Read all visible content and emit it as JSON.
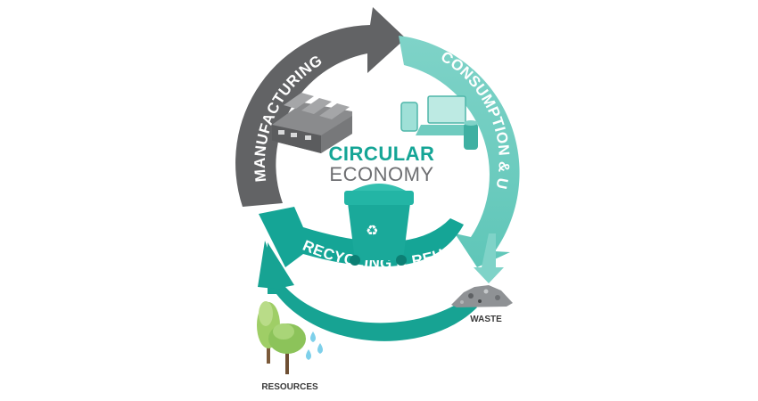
{
  "diagram": {
    "title_line1": "CIRCULAR",
    "title_line2": "ECONOMY",
    "stages": {
      "manufacturing": "MANUFACTURING",
      "consumption": "CONSUMPTION & USE",
      "recycling": "RECYCLING & REUSE"
    },
    "captions": {
      "waste": "WASTE",
      "resources": "RESOURCES"
    }
  },
  "colors": {
    "manufacturing": "#626365",
    "consumption": "#5fc6b8",
    "recycling": "#15a596",
    "resources_arrow": "#17a393",
    "title_accent": "#15a596",
    "title_gray": "#6d6e71"
  },
  "icons": [
    "factory-icon",
    "devices-icon",
    "recycle-bin-icon",
    "waste-pile-icon",
    "trees-icon",
    "water-drops-icon"
  ]
}
